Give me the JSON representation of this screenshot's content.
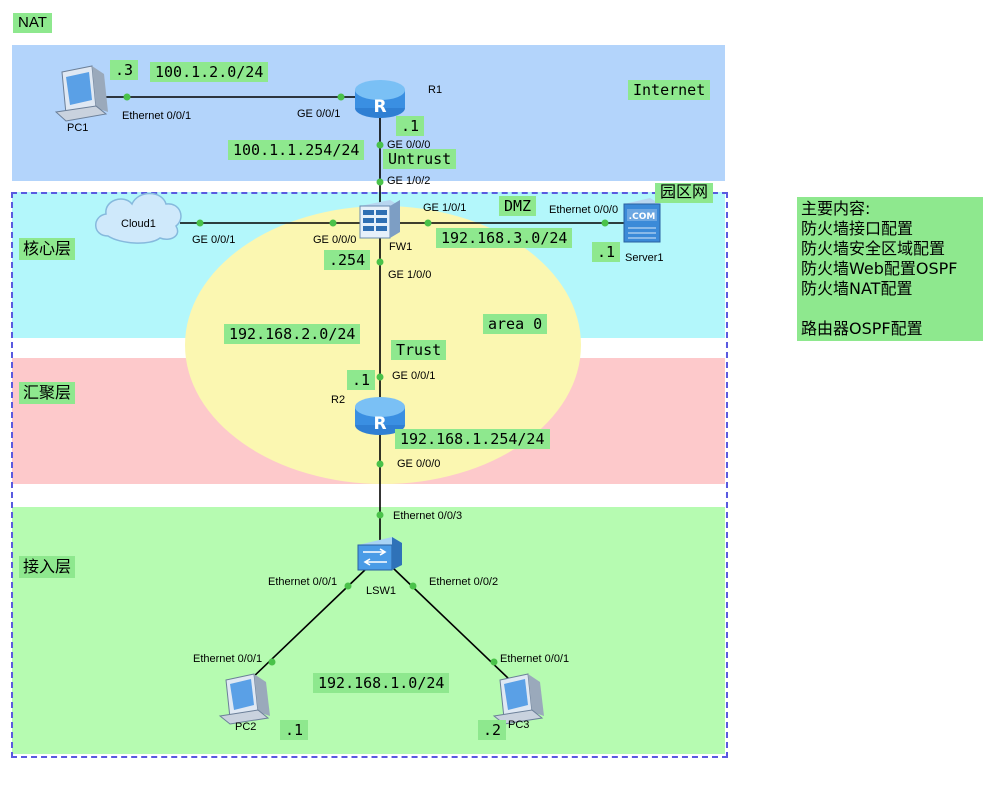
{
  "title": "NAT",
  "zones": {
    "internet": "Internet",
    "campus": "园区网",
    "core": "核心层",
    "aggregation": "汇聚层",
    "access": "接入层",
    "area": "area 0"
  },
  "security_zones": {
    "untrust": "Untrust",
    "trust": "Trust",
    "dmz": "DMZ"
  },
  "devices": {
    "pc1": "PC1",
    "r1": "R1",
    "cloud1": "Cloud1",
    "fw1": "FW1",
    "server1": "Server1",
    "r2": "R2",
    "lsw1": "LSW1",
    "pc2": "PC2",
    "pc3": "PC3",
    "server_badge": ".COM",
    "router_badge": "R"
  },
  "networks": {
    "net_100_1_2": "100.1.2.0/24",
    "net_100_1_1": "100.1.1.254/24",
    "net_192_168_3": "192.168.3.0/24",
    "net_192_168_2": "192.168.2.0/24",
    "net_192_168_1_254": "192.168.1.254/24",
    "net_192_168_1": "192.168.1.0/24"
  },
  "hosts": {
    "pc1": ".3",
    "r1": ".1",
    "fw1": ".254",
    "server1": ".1",
    "r2": ".1",
    "pc2": ".1",
    "pc3": ".2"
  },
  "ports": {
    "pc1_eth": "Ethernet 0/0/1",
    "r1_ge001": "GE 0/0/1",
    "r1_ge000": "GE 0/0/0",
    "fw1_ge102": "GE 1/0/2",
    "cloud_ge001": "GE 0/0/1",
    "fw1_ge000": "GE 0/0/0",
    "fw1_ge101": "GE 1/0/1",
    "server_eth": "Ethernet 0/0/0",
    "fw1_ge100": "GE 1/0/0",
    "r2_ge001": "GE 0/0/1",
    "r2_ge000": "GE 0/0/0",
    "lsw_eth003": "Ethernet 0/0/3",
    "lsw_eth001": "Ethernet 0/0/1",
    "lsw_eth002": "Ethernet 0/0/2",
    "pc2_eth": "Ethernet 0/0/1",
    "pc3_eth": "Ethernet 0/0/1"
  },
  "notes": {
    "title": "主要内容:",
    "lines": [
      "防火墙接口配置",
      "防火墙安全区域配置",
      "防火墙Web配置OSPF",
      "防火墙NAT配置",
      "",
      "路由器OSPF配置"
    ]
  },
  "colors": {
    "internet_bg": "#b3d4fb",
    "core_bg": "#b3f7fb",
    "aggregation_bg": "#fdc9cb",
    "access_bg": "#b6fbb1",
    "area_bg": "#fbf7b1",
    "label_bg": "#8ee88e",
    "dash_border": "#5a5ae0"
  }
}
